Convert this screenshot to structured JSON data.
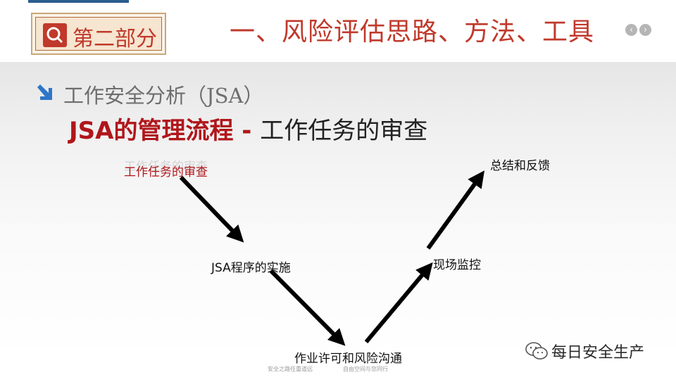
{
  "header": {
    "section_badge": "第二部分",
    "title": "一、风险评估思路、方法、工具"
  },
  "content": {
    "section_title": "工作安全分析（JSA）",
    "subtitle_red": "JSA的管理流程 - ",
    "subtitle_dark": "工作任务的审查"
  },
  "flow": {
    "ghost_label": "工作任务的审查",
    "steps": [
      "工作任务的审查",
      "JSA程序的实施",
      "作业许可和风险沟通",
      "现场监控",
      "总结和反馈"
    ]
  },
  "watermark": {
    "text": "每日安全生产"
  },
  "footer": {
    "left": "安全之路任重道远",
    "right": "自由空间与您同行"
  }
}
